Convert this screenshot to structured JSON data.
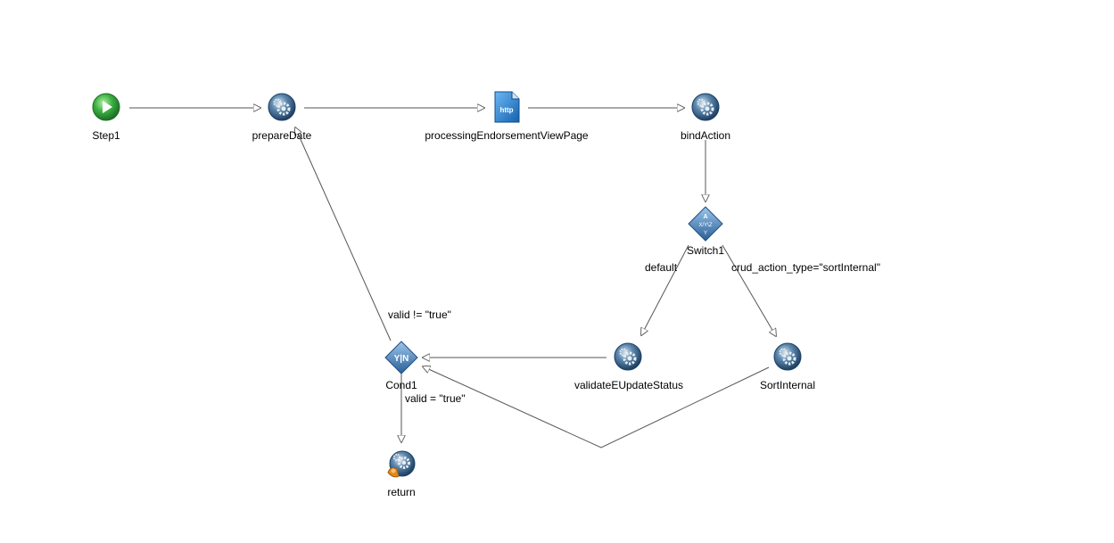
{
  "workflow": {
    "nodes": {
      "step1": {
        "label": "Step1",
        "icon": "start-play-icon"
      },
      "prepare_date": {
        "label": "prepareDate",
        "icon": "gear-service-icon"
      },
      "processing_page": {
        "label": "processingEndorsementViewPage",
        "icon": "http-page-icon"
      },
      "bind_action": {
        "label": "bindAction",
        "icon": "gear-service-icon"
      },
      "switch1": {
        "label": "Switch1",
        "icon": "switch-diamond-icon"
      },
      "validate_status": {
        "label": "validateEUpdateStatus",
        "icon": "gear-service-icon"
      },
      "sort_internal": {
        "label": "SortInternal",
        "icon": "gear-service-icon"
      },
      "cond1": {
        "label": "Cond1",
        "icon": "condition-yn-icon"
      },
      "return": {
        "label": "return",
        "icon": "return-gear-icon"
      }
    },
    "edge_labels": {
      "switch_default": "default",
      "switch_sort": "crud_action_type=\"sortInternal\"",
      "cond_not_valid": "valid != \"true\"",
      "cond_valid": "valid = \"true\""
    },
    "icon_texts": {
      "http": "http",
      "switch_a": "A",
      "switch_xyz": "X/Y\\Z",
      "switch_y": "Y",
      "cond_yn": "Y|N"
    },
    "colors": {
      "edge": "#555555",
      "start_green": "#3cb043",
      "gear_blue": "#2f5f8a",
      "http_blue": "#1f7fd1",
      "switch_blue": "#3a78b8",
      "return_orange": "#e08a1e"
    }
  }
}
